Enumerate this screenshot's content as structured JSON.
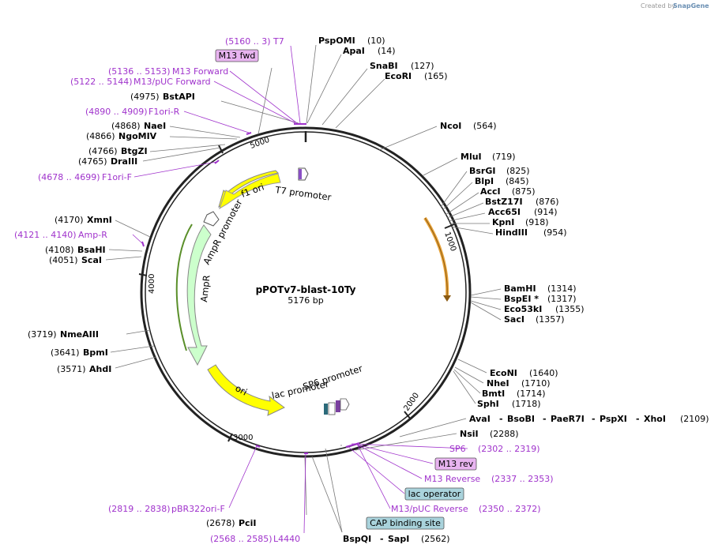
{
  "credit": "Created by",
  "credit_brand": "SnapGene",
  "plasmid": {
    "name": "pPOTv7-blast-10Ty",
    "length": "5176 bp"
  },
  "ticks": [
    "1000",
    "2000",
    "3000",
    "4000",
    "5000"
  ],
  "features": {
    "t7_promoter": "T7 promoter",
    "f1_ori": "f1 ori",
    "ampr_promoter": "AmpR promoter",
    "ampr": "AmpR",
    "ori": "ori",
    "lac_promoter": "lac promoter",
    "sp6_promoter": "SP6 promoter"
  },
  "sites": [
    {
      "name": "PspOMI",
      "pos": "(10)"
    },
    {
      "name": "ApaI",
      "pos": "(14)"
    },
    {
      "name": "SnaBI",
      "pos": "(127)"
    },
    {
      "name": "EcoRI",
      "pos": "(165)"
    },
    {
      "name": "NcoI",
      "pos": "(564)"
    },
    {
      "name": "MluI",
      "pos": "(719)"
    },
    {
      "name": "BsrGI",
      "pos": "(825)"
    },
    {
      "name": "BlpI",
      "pos": "(845)"
    },
    {
      "name": "AccI",
      "pos": "(875)"
    },
    {
      "name": "BstZ17I",
      "pos": "(876)"
    },
    {
      "name": "Acc65I",
      "pos": "(914)"
    },
    {
      "name": "KpnI",
      "pos": "(918)"
    },
    {
      "name": "HindIII",
      "pos": "(954)"
    },
    {
      "name": "BamHI",
      "pos": "(1314)"
    },
    {
      "name": "BspEI *",
      "pos": "(1317)"
    },
    {
      "name": "Eco53kI",
      "pos": "(1355)"
    },
    {
      "name": "SacI",
      "pos": "(1357)"
    },
    {
      "name": "EcoNI",
      "pos": "(1640)"
    },
    {
      "name": "NheI",
      "pos": "(1710)"
    },
    {
      "name": "BmtI",
      "pos": "(1714)"
    },
    {
      "name": "SphI",
      "pos": "(1718)"
    },
    {
      "name": "NsiI",
      "pos": "(2288)"
    },
    {
      "name": "PciI",
      "pos": "(2678)"
    },
    {
      "name": "AhdI",
      "pos": "(3571)"
    },
    {
      "name": "BpmI",
      "pos": "(3641)"
    },
    {
      "name": "NmeAIII",
      "pos": "(3719)"
    },
    {
      "name": "ScaI",
      "pos": "(4051)"
    },
    {
      "name": "BsaHI",
      "pos": "(4108)"
    },
    {
      "name": "XmnI",
      "pos": "(4170)"
    },
    {
      "name": "DraIII",
      "pos": "(4765)"
    },
    {
      "name": "BtgZI",
      "pos": "(4766)"
    },
    {
      "name": "NgoMIV",
      "pos": "(4866)"
    },
    {
      "name": "NaeI",
      "pos": "(4868)"
    },
    {
      "name": "BstAPI",
      "pos": "(4975)"
    }
  ],
  "multi_sites": {
    "xhoi_row": {
      "names": [
        "AvaI",
        "BsoBI",
        "PaeR7I",
        "PspXI",
        "XhoI"
      ],
      "pos": "(2109)"
    },
    "sapi_row": {
      "names": [
        "BspQI",
        "SapI"
      ],
      "pos": "(2562)"
    }
  },
  "primers": [
    {
      "name": "T7",
      "pos": "(5160 .. 3)"
    },
    {
      "name": "M13 Forward",
      "pos": "(5136 .. 5153)"
    },
    {
      "name": "M13/pUC Forward",
      "pos": "(5122 .. 5144)"
    },
    {
      "name": "F1ori-R",
      "pos": "(4890 .. 4909)"
    },
    {
      "name": "F1ori-F",
      "pos": "(4678 .. 4699)"
    },
    {
      "name": "Amp-R",
      "pos": "(4121 .. 4140)"
    },
    {
      "name": "SP6",
      "pos": "(2302 .. 2319)"
    },
    {
      "name": "M13 Reverse",
      "pos": "(2337 .. 2353)"
    },
    {
      "name": "M13/pUC Reverse",
      "pos": "(2350 .. 2372)"
    },
    {
      "name": "pBR322ori-F",
      "pos": "(2819 .. 2838)"
    },
    {
      "name": "L4440",
      "pos": "(2568 .. 2585)"
    }
  ],
  "boxes": {
    "m13_fwd": "M13 fwd",
    "m13_rev": "M13 rev",
    "lac_operator": "lac operator",
    "cap_binding_site": "CAP binding site"
  },
  "colors": {
    "backbone": "#222222",
    "primer": "#a033cc",
    "f1_ori": "#ffff00",
    "ori": "#ffff00",
    "ampr": "#ccffcc",
    "orf_arrow": "#e8a33a",
    "box_purple": "#e8b4f0",
    "box_blue": "#a9d3dc"
  }
}
